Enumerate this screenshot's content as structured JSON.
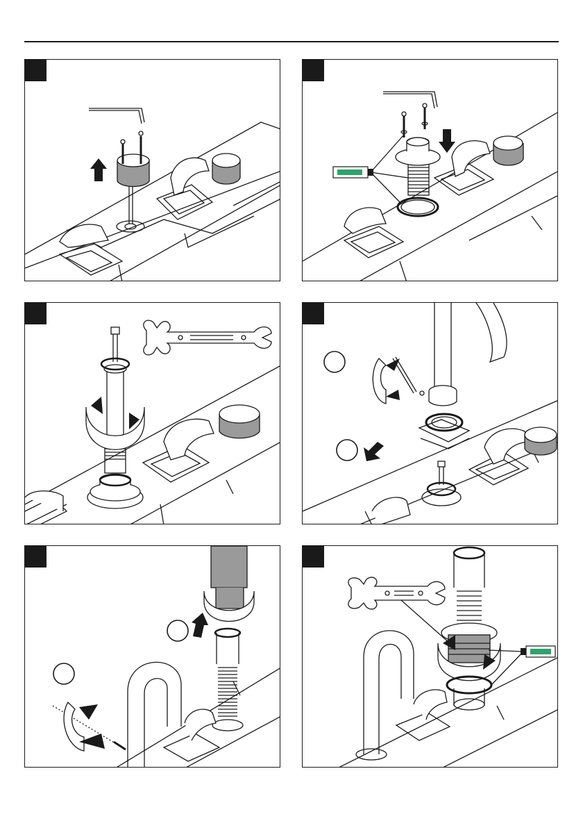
{
  "page": {
    "colors": {
      "ink": "#1a1a1a",
      "gray_part": "#9a9a9a",
      "grease_tube": "#2fa36b",
      "paper": "#ffffff"
    }
  },
  "panels": [
    {
      "id": "p1",
      "content": [
        "hex-key",
        "screws",
        "handle-cap",
        "up-arrow",
        "spindle",
        "tile-deck",
        "lever-handle",
        "round-handle"
      ]
    },
    {
      "id": "p2",
      "content": [
        "hex-key",
        "screws",
        "grease-tube",
        "flange",
        "threaded-body",
        "o-ring",
        "down-arrow",
        "tile-deck",
        "lever-handle",
        "round-handle"
      ]
    },
    {
      "id": "p3",
      "content": [
        "wrench",
        "cartridge",
        "rotate-arrow",
        "escutcheon",
        "tile-deck",
        "lever-handle",
        "round-handle"
      ]
    },
    {
      "id": "p4",
      "content": [
        "spout",
        "hex-key",
        "rotate-arrow",
        "callout-circle",
        "down-arrow",
        "callout-circle",
        "gasket",
        "cartridge",
        "tile-deck",
        "lever-handle",
        "round-handle"
      ]
    },
    {
      "id": "p5",
      "content": [
        "spout-body",
        "rotate-arrow",
        "up-arrow",
        "callout-circle",
        "threaded-hose",
        "callout-circle",
        "hex-key",
        "rotate-arrow",
        "spout",
        "tile-deck"
      ]
    },
    {
      "id": "p6",
      "content": [
        "wrench",
        "threaded-body",
        "rotate-arrow",
        "grease-tube",
        "o-ring",
        "spout",
        "tile-deck",
        "lever-handle"
      ]
    }
  ]
}
